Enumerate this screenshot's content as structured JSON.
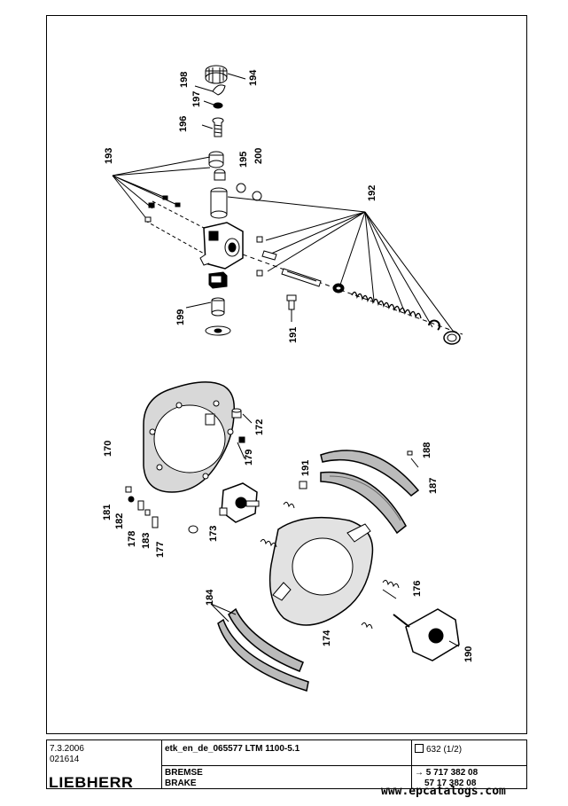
{
  "callouts": {
    "c194": "194",
    "c198": "198",
    "c197": "197",
    "c196": "196",
    "c193": "193",
    "c195": "195",
    "c200": "200",
    "c192": "192",
    "c199": "199",
    "c191a": "191",
    "c172": "172",
    "c170": "170",
    "c179": "179",
    "c188": "188",
    "c191b": "191",
    "c187": "187",
    "c181": "181",
    "c182": "182",
    "c178": "178",
    "c183": "183",
    "c177": "177",
    "c173": "173",
    "c176": "176",
    "c184": "184",
    "c174": "174",
    "c190": "190"
  },
  "titleblock": {
    "date": "7.3.2006",
    "code": "021614",
    "doc_ref": "etk_en_de_065577 LTM 1100-5.1",
    "title_de": "BREMSE",
    "title_en": "BRAKE",
    "page": "632 (1/2)",
    "part1": "5 717 382 08",
    "part2": "57 17 382 08",
    "logo": "LIEBHERR"
  },
  "watermark": "www.epcatalogs.com"
}
